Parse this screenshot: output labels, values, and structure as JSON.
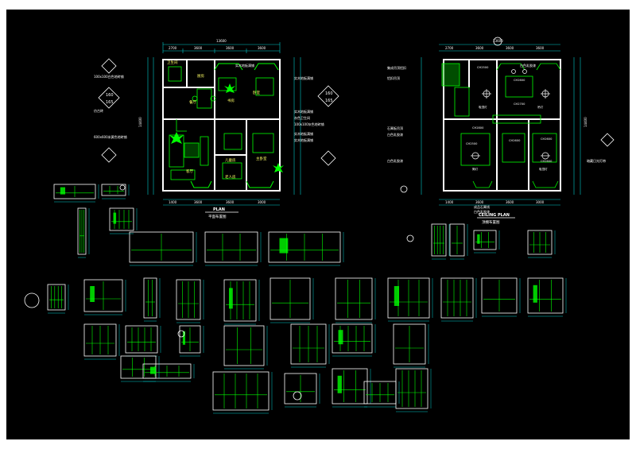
{
  "plans": {
    "floor": {
      "title": "PLAN",
      "subtitle": "平面布置图",
      "overall_width": "13600",
      "top_dims": [
        "2700",
        "3600",
        "3600",
        "3600"
      ],
      "bottom_dims": [
        "1400",
        "3600",
        "3600",
        "3000"
      ],
      "left_dim": "14400",
      "rooms": [
        "卫生间",
        "厨房",
        "餐厅",
        "书房",
        "卧室",
        "客厅",
        "主卧室",
        "儿童房",
        "老人房"
      ],
      "notes_left": [
        "100x100白色地砖铺",
        "仿古砖",
        "600x600米黄色地砖铺"
      ],
      "notes_right": [
        "实木地板满铺",
        "实木地板满铺",
        "实木地板满铺",
        "灰色卫生间",
        "100x100灰色地砖铺",
        "实木地板满铺",
        "实木地板满铺"
      ],
      "markers": [
        "160",
        "165",
        "160",
        "165"
      ]
    },
    "ceiling": {
      "title": "CEILING PLAN",
      "subtitle": "顶棚布置图",
      "overall_width": "13600",
      "top_dims": [
        "2700",
        "3600",
        "3600",
        "3600"
      ],
      "bottom_dims": [
        "1400",
        "3600",
        "3600",
        "3000"
      ],
      "right_dim": "14400",
      "notes_left": [
        "集成吊顶铝扣",
        "铝扣吊顶",
        "石膏板吊顶",
        "白色乳胶漆",
        "白色乳胶漆"
      ],
      "notes_right": [
        "白色乳胶漆",
        "暗藏日光灯带"
      ],
      "heights": [
        "CH2500",
        "CH2600",
        "CH2700",
        "CH2800",
        "CH2600",
        "CH2600",
        "CH2500",
        "CH2600"
      ],
      "lamp_labels": [
        "吸顶灯",
        "吊灯",
        "筒灯",
        "吸顶灯"
      ],
      "bottom_notes": [
        "成品石膏线",
        "白色乳胶漆"
      ]
    }
  },
  "sheet_colors": {
    "background": "#000000",
    "walls": "#ffffff",
    "lines": "#00ff00",
    "dimensions": "#00ffff",
    "text": "#ffff00"
  }
}
